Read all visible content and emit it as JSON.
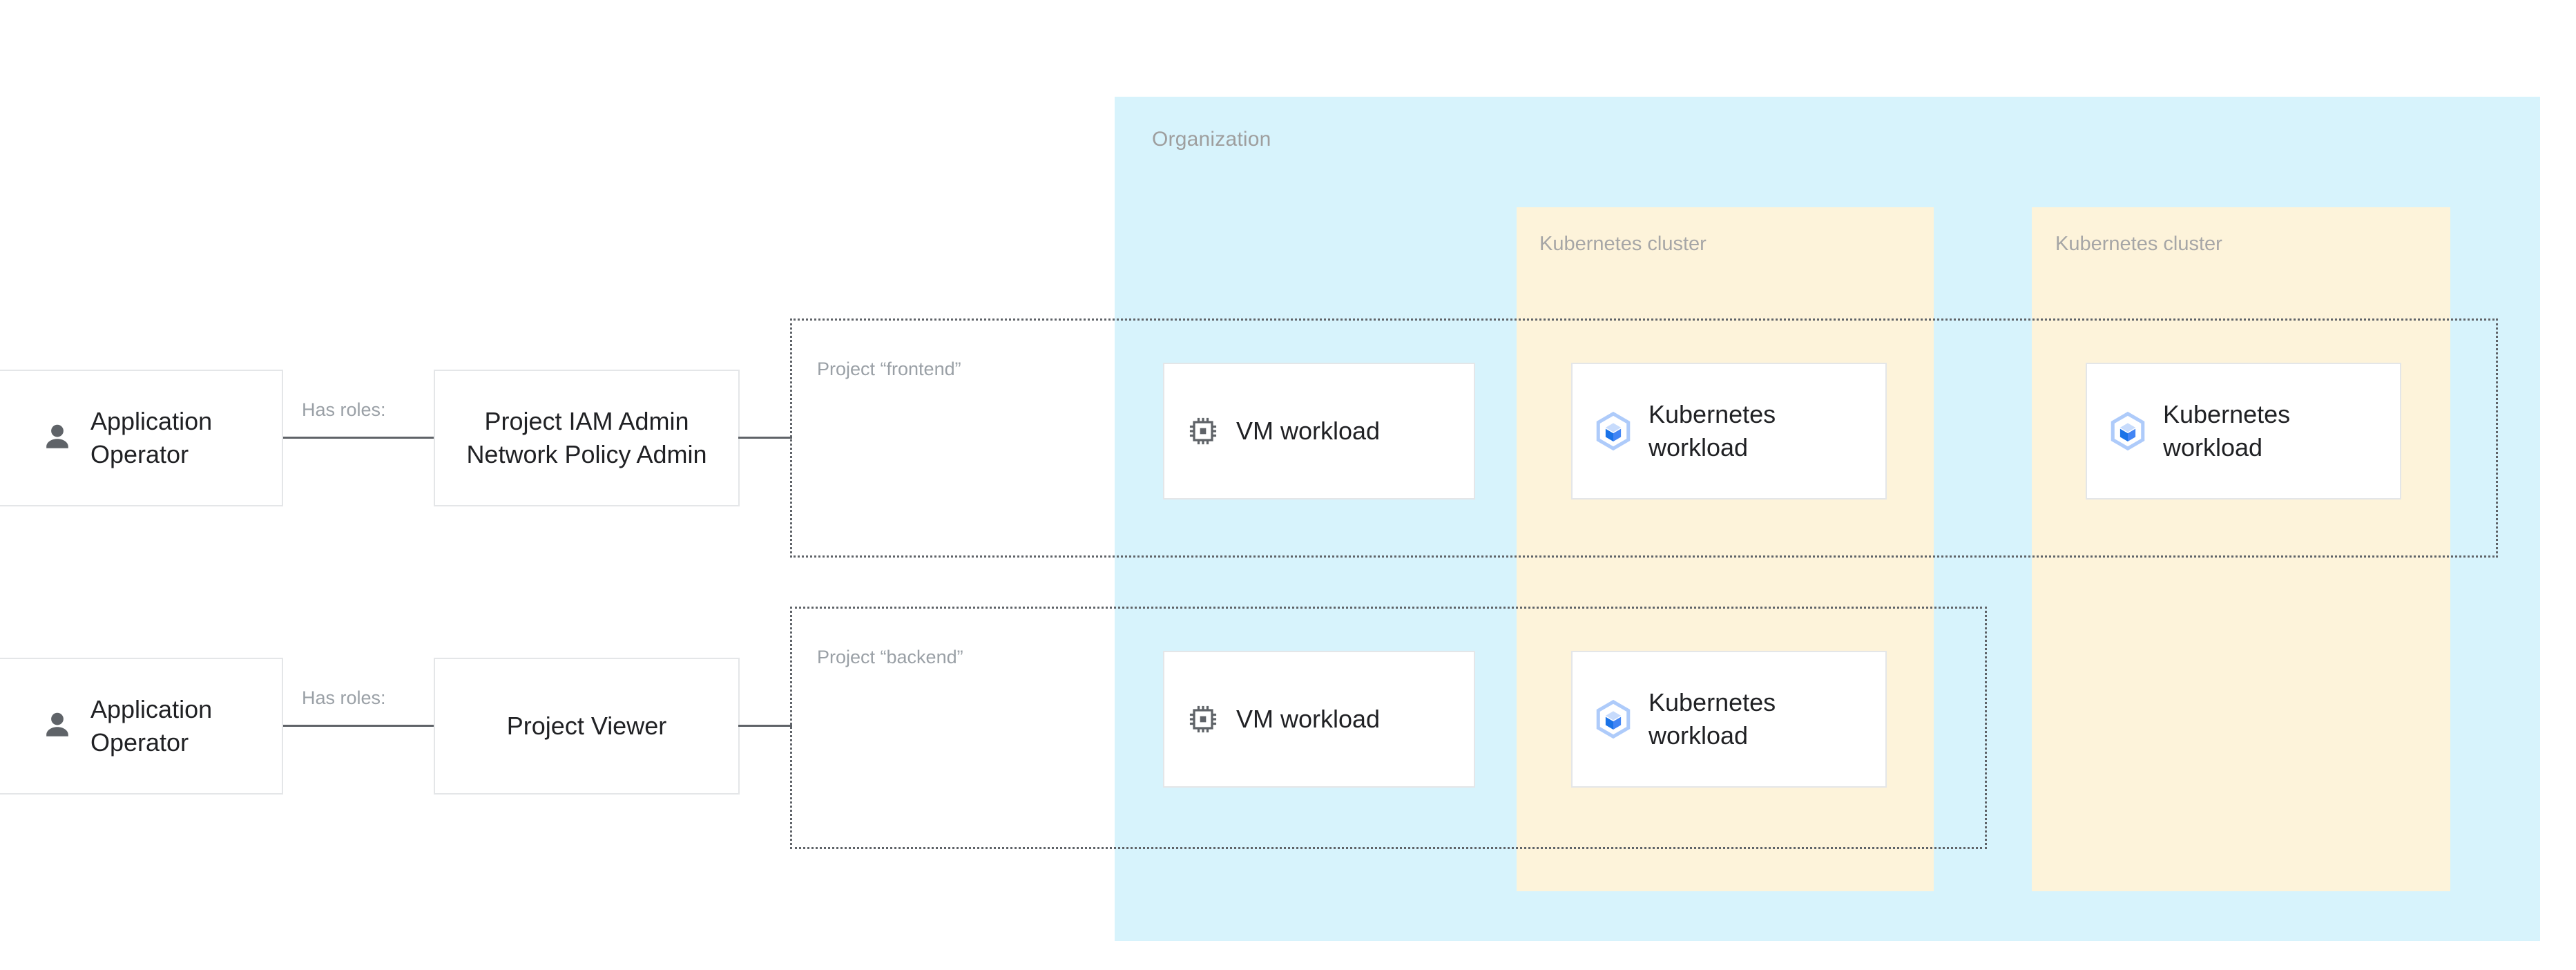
{
  "organization": {
    "label": "Organization",
    "bg_color": "#d7f3fc"
  },
  "clusters": [
    {
      "label": "Kubernetes cluster",
      "bg_color": "#fdf3da"
    },
    {
      "label": "Kubernetes cluster",
      "bg_color": "#fdf3da"
    }
  ],
  "projects": [
    {
      "label": "Project “frontend”"
    },
    {
      "label": "Project “backend”"
    }
  ],
  "rows": [
    {
      "actor": {
        "label": "Application Operator",
        "icon": "person-icon"
      },
      "connector_label": "Has roles:",
      "role": {
        "label": "Project IAM Admin Network Policy Admin"
      }
    },
    {
      "actor": {
        "label": "Application Operator",
        "icon": "person-icon"
      },
      "connector_label": "Has roles:",
      "role": {
        "label": "Project Viewer"
      }
    }
  ],
  "workloads": {
    "vm_frontend": {
      "label": "VM workload",
      "icon": "cpu-chip-icon"
    },
    "k8s_frontend_1": {
      "label": "Kubernetes workload",
      "icon": "kubernetes-cube-icon"
    },
    "k8s_frontend_2": {
      "label": "Kubernetes workload",
      "icon": "kubernetes-cube-icon"
    },
    "vm_backend": {
      "label": "VM workload",
      "icon": "cpu-chip-icon"
    },
    "k8s_backend_1": {
      "label": "Kubernetes workload",
      "icon": "kubernetes-cube-icon"
    }
  },
  "colors": {
    "org_fill": "#d7f3fc",
    "cluster_fill": "#fdf3da",
    "card_border": "#e4e6e8",
    "label_gray": "#9aa0a6",
    "text_dark": "#202124",
    "line_gray": "#5f6368",
    "k8s_blue": "#1a73e8",
    "k8s_blue_light": "#aecbfa"
  }
}
